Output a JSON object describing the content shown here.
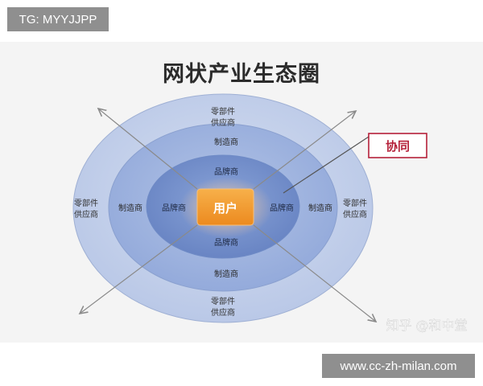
{
  "tags": {
    "top": "TG: MYYJJPP",
    "bottom": "www.cc-zh-milan.com"
  },
  "title": "网状产业生态圈",
  "rings": {
    "outer": {
      "label": "零部件\n供应商",
      "color": "#c6d2ea"
    },
    "middle": {
      "label": "制造商",
      "color": "#a4b7df"
    },
    "inner": {
      "label": "品牌商",
      "color": "#7a96cd"
    }
  },
  "labels": {
    "outer_top": [
      "零部件",
      "供应商"
    ],
    "outer_left": [
      "零部件",
      "供应商"
    ],
    "outer_right": [
      "零部件",
      "供应商"
    ],
    "outer_bottom": [
      "零部件",
      "供应商"
    ],
    "middle_top": "制造商",
    "middle_left": "制造商",
    "middle_right": "制造商",
    "middle_bottom": "制造商",
    "inner_top": "品牌商",
    "inner_left": "品牌商",
    "inner_right": "品牌商",
    "inner_bottom": "品牌商"
  },
  "center": {
    "label": "用户",
    "color": "#f29a2e"
  },
  "callout": {
    "label": "协同",
    "color": "#b5213a"
  },
  "watermark": "知乎 @和中堂"
}
